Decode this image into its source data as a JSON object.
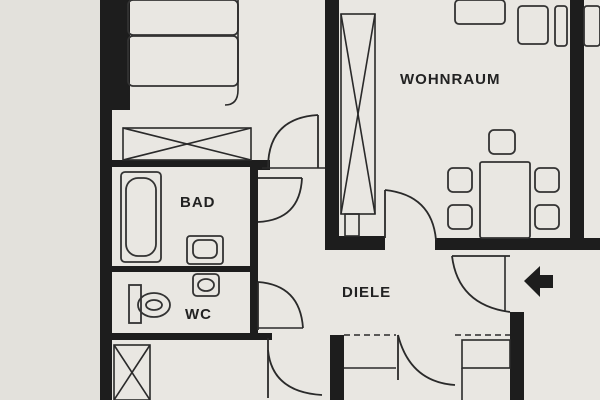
{
  "floor_plan": {
    "rooms": [
      {
        "key": "wohnraum",
        "label": "WOHNRAUM"
      },
      {
        "key": "bad",
        "label": "BAD"
      },
      {
        "key": "wc",
        "label": "WC"
      },
      {
        "key": "diele",
        "label": "DIELE"
      }
    ],
    "entrance_icon": "arrow-left-icon",
    "colors": {
      "paper": "#e9e7e2",
      "ink": "#1d1d1d"
    }
  }
}
